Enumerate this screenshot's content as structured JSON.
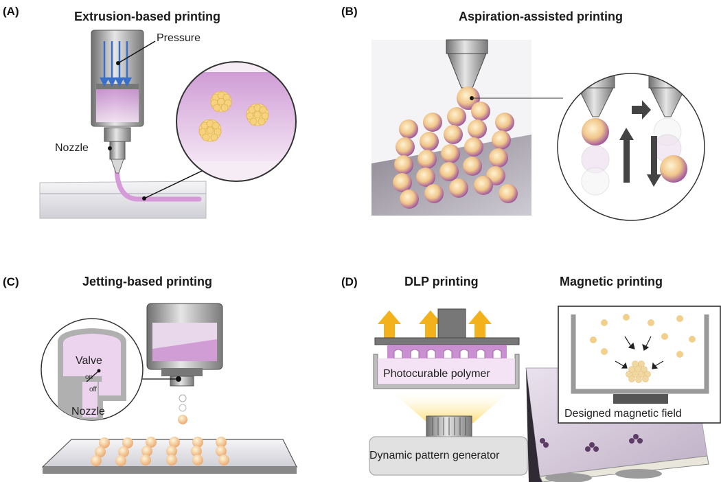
{
  "panels": [
    {
      "id": "A",
      "label": "(A)",
      "title": "Extrusion-based printing",
      "labels": {
        "pressure": "Pressure",
        "nozzle": "Nozzle"
      }
    },
    {
      "id": "B",
      "label": "(B)",
      "title": "Aspiration-assisted printing"
    },
    {
      "id": "C",
      "label": "(C)",
      "title": "Jetting-based printing",
      "labels": {
        "valve": "Valve",
        "on": "on",
        "off": "off",
        "nozzle": "Nozzle"
      }
    },
    {
      "id": "D",
      "label": "(D)",
      "title_dlp": "DLP printing",
      "title_magnetic": "Magnetic printing",
      "labels": {
        "photocurable": "Photocurable polymer",
        "pattern_generator": "Dynamic pattern generator",
        "magnetic_field": "Designed magnetic field"
      }
    }
  ],
  "colors": {
    "bioink_pink": "#d9a7dc",
    "spheroid_yellow": "#f4d28a",
    "arrow_blue": "#3a6fc8",
    "arrow_orange": "#f3b21b",
    "metal_gray": "#9a9a9a",
    "dark_gray": "#555555"
  }
}
